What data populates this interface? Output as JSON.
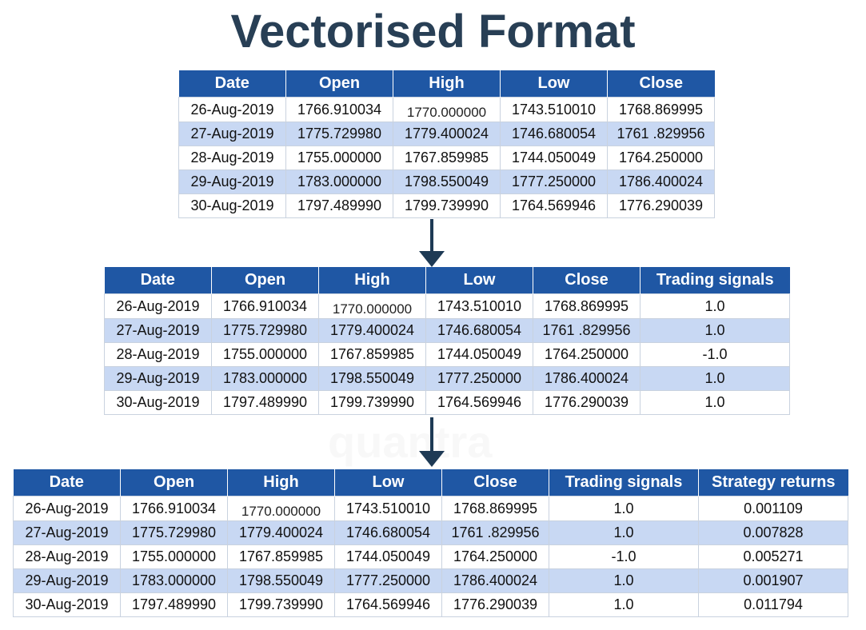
{
  "title": "Vectorised Format",
  "headers": {
    "date": "Date",
    "open": "Open",
    "high": "High",
    "low": "Low",
    "close": "Close",
    "signals": "Trading signals",
    "returns": "Strategy returns"
  },
  "rows": [
    {
      "date": "26-Aug-2019",
      "open": "1766.910034",
      "high": "1770.000000",
      "low": "1743.510010",
      "close": "1768.869995",
      "signal": "1.0",
      "ret": "0.001109"
    },
    {
      "date": "27-Aug-2019",
      "open": "1775.729980",
      "high": "1779.400024",
      "low": "1746.680054",
      "close": "1761 .829956",
      "signal": "1.0",
      "ret": "0.007828"
    },
    {
      "date": "28-Aug-2019",
      "open": "1755.000000",
      "high": "1767.859985",
      "low": "1744.050049",
      "close": "1764.250000",
      "signal": "-1.0",
      "ret": "0.005271"
    },
    {
      "date": "29-Aug-2019",
      "open": "1783.000000",
      "high": "1798.550049",
      "low": "1777.250000",
      "close": "1786.400024",
      "signal": "1.0",
      "ret": "0.001907"
    },
    {
      "date": "30-Aug-2019",
      "open": "1797.489990",
      "high": "1799.739990",
      "low": "1764.569946",
      "close": "1776.290039",
      "signal": "1.0",
      "ret": "0.011794"
    }
  ],
  "watermark": "quantra",
  "colors": {
    "header_bg": "#1f57a4",
    "row_alt": "#c8d8f3",
    "title": "#283f55",
    "arrow": "#1e3a55"
  }
}
